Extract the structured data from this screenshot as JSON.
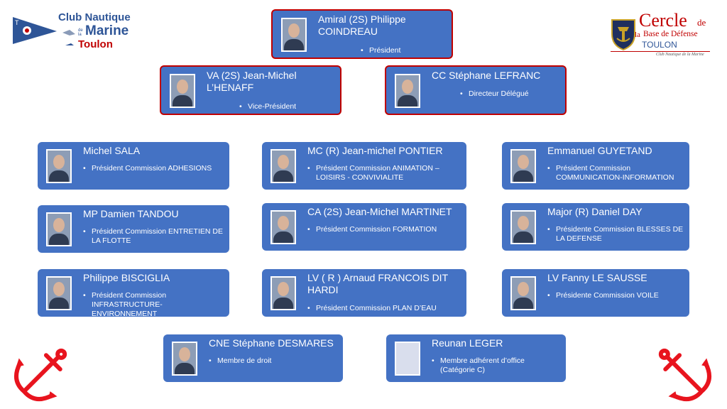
{
  "logo_left": {
    "line1": "Club Nautique",
    "line2_small": "de la",
    "line2": "Marine",
    "line3": "Toulon",
    "flag_letters": "T",
    "colors": {
      "navy": "#2e5597",
      "red": "#c00000"
    }
  },
  "logo_right": {
    "title": "Cercle",
    "title_suffix": "de",
    "line2_prefix": "la",
    "line2": "Base de Défense",
    "line3": "TOULON",
    "line4": "Club Nautique de la Marine",
    "colors": {
      "red": "#c00000",
      "blue": "#2e5597"
    }
  },
  "colors": {
    "card": "#4472c4",
    "border_red": "#c00000",
    "anchor_red": "#e8141e"
  },
  "members": [
    {
      "name": "Amiral (2S) Philippe COINDREAU",
      "role": "Président"
    },
    {
      "name": "VA (2S) Jean-Michel L’HENAFF",
      "role": "Vice-Président"
    },
    {
      "name": "CC Stéphane LEFRANC",
      "role": "Directeur Délégué"
    },
    {
      "name": "Michel SALA",
      "role": "Président Commission ADHESIONS"
    },
    {
      "name": "MC (R) Jean-michel PONTIER",
      "role": "Président Commission ANIMATION – LOISIRS - CONVIVIALITE"
    },
    {
      "name": "Emmanuel GUYETAND",
      "role": "Président Commission COMMUNICATION-INFORMATION"
    },
    {
      "name": "MP Damien TANDOU",
      "role": "Président Commission ENTRETIEN DE LA FLOTTE"
    },
    {
      "name": "CA (2S) Jean-Michel MARTINET",
      "role": "Président Commission FORMATION"
    },
    {
      "name": "Major (R)  Daniel DAY",
      "role": "Présidente Commission BLESSES DE LA DEFENSE"
    },
    {
      "name": "Philippe BISCIGLIA",
      "role": "Président Commission INFRASTRUCTURE-ENVIRONNEMENT"
    },
    {
      "name": "LV ( R ) Arnaud FRANCOIS DIT HARDI",
      "role": "Président Commission PLAN D’EAU"
    },
    {
      "name": "LV Fanny LE SAUSSE",
      "role": "Présidente Commission VOILE"
    },
    {
      "name": "CNE Stéphane DESMARES",
      "role": "Membre de droit"
    },
    {
      "name": "Reunan LEGER",
      "role": "Membre adhérent d’office (Catégorie C)"
    }
  ]
}
